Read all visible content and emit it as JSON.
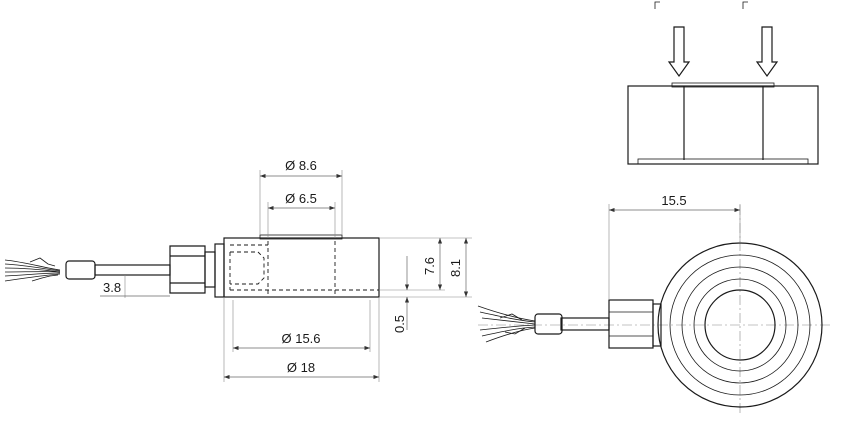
{
  "dimensions": {
    "dia_8_6": "Ø 8.6",
    "dia_6_5": "Ø 6.5",
    "dia_15_6": "Ø 15.6",
    "dia_18": "Ø 18",
    "height_7_6": "7.6",
    "height_8_1": "8.1",
    "offset_0_5": "0.5",
    "cable_3_8": "3.8",
    "width_15_5": "15.5"
  }
}
